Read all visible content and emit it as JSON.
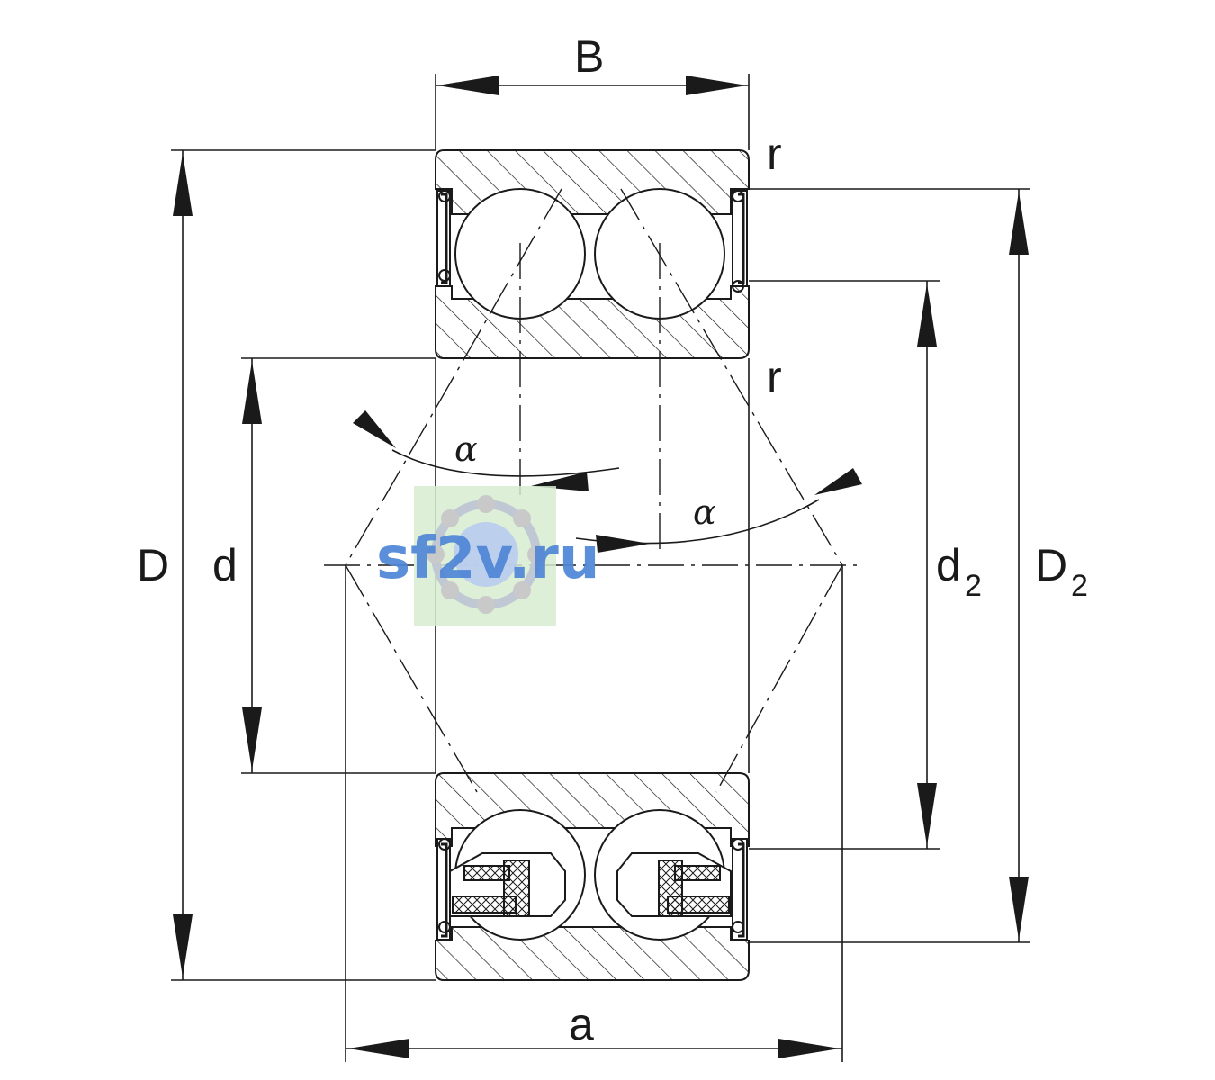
{
  "labels": {
    "width": "B",
    "outer_diameter": "D",
    "bore_diameter": "d",
    "inner_ring_shoulder": "d",
    "inner_ring_shoulder_sub": "2",
    "outer_ring_shoulder": "D",
    "outer_ring_shoulder_sub": "2",
    "chamfer_top": "r",
    "chamfer_inner": "r",
    "contact_angle_left": "α",
    "contact_angle_right": "α",
    "pressure_centre_distance": "a"
  },
  "watermark": {
    "text": "sf2v.ru"
  },
  "colors": {
    "line": "#1a1a1a",
    "watermark_text": "#4f86d6",
    "watermark_bg": "#d7ecd0"
  }
}
